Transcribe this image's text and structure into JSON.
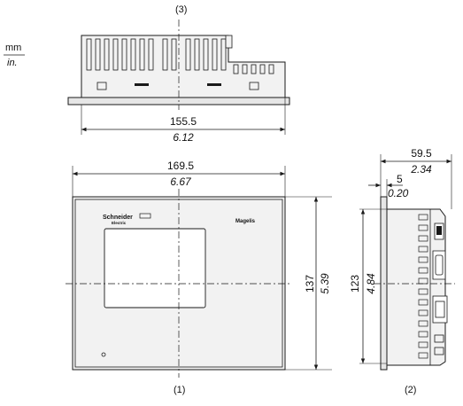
{
  "units": {
    "metric": "mm",
    "imperial": "in."
  },
  "views": {
    "top": {
      "label": "(3)",
      "width_mm": "155.5",
      "width_in": "6.12"
    },
    "front": {
      "label": "(1)",
      "width_mm": "169.5",
      "width_in": "6.67",
      "height_mm": "137",
      "height_in": "5.39",
      "brand": "Schneider",
      "brand_sub": "Electric",
      "model": "Magelis"
    },
    "side": {
      "label": "(2)",
      "depth_mm": "59.5",
      "depth_in": "2.34",
      "bezel_mm": "5",
      "bezel_in": "0.20",
      "height_mm": "123",
      "height_in": "4.84"
    }
  },
  "colors": {
    "line": "#1a1a1a",
    "body_fill": "#f2f2f2",
    "bezel_fill": "#e6e6e6"
  }
}
